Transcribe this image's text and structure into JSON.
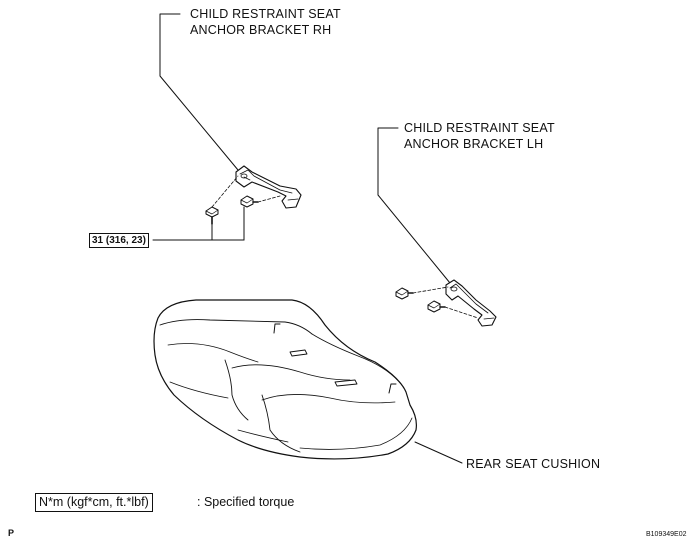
{
  "labels": {
    "rh_bracket": [
      "CHILD RESTRAINT SEAT",
      "ANCHOR BRACKET RH"
    ],
    "lh_bracket": [
      "CHILD RESTRAINT SEAT",
      "ANCHOR BRACKET LH"
    ],
    "cushion": "REAR SEAT CUSHION",
    "torque": "31 (316, 23)"
  },
  "legend": {
    "unit": "N*m (kgf*cm, ft.*lbf)",
    "desc": ": Specified torque"
  },
  "corner_letter": "P",
  "figure_code": "B109349E02"
}
